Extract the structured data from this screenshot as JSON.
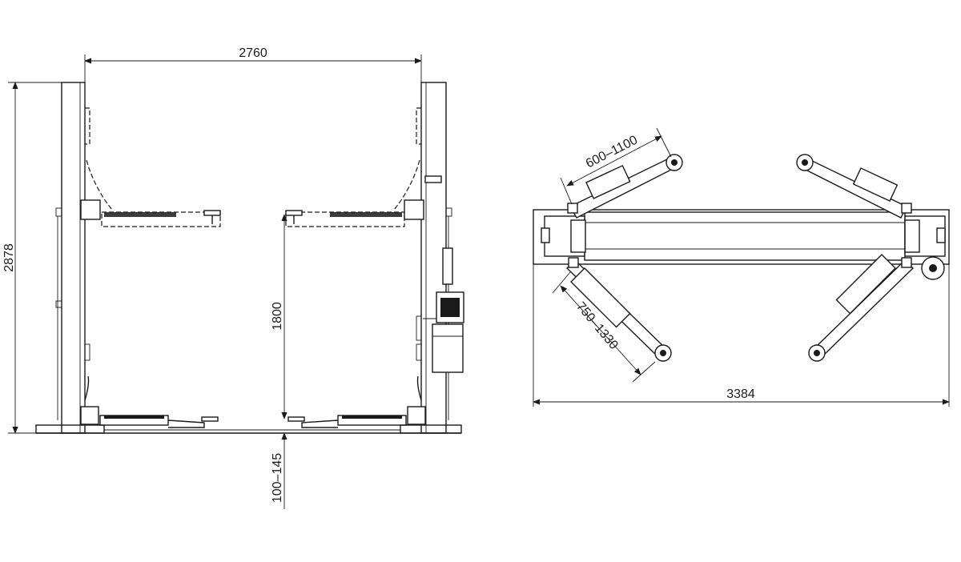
{
  "front_view": {
    "width_label": "2760",
    "height_label": "2878",
    "lift_height_label": "1800",
    "min_height_label": "100–145"
  },
  "top_view": {
    "length_label": "3384",
    "short_arm_label": "600–1100",
    "long_arm_label": "750–1330"
  }
}
